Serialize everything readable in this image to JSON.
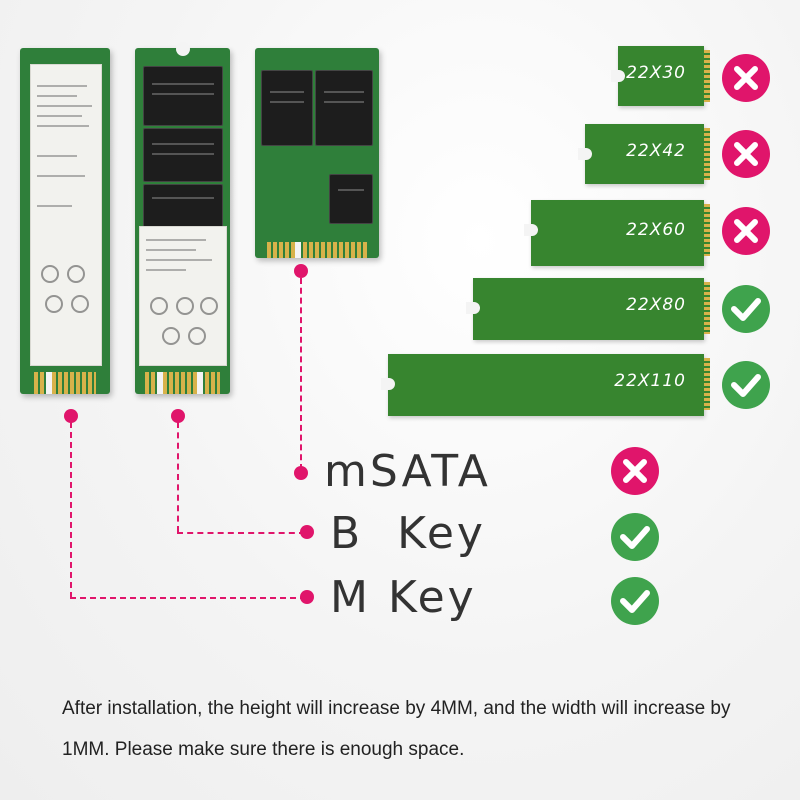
{
  "lengths": [
    {
      "label": "22X30",
      "supported": false
    },
    {
      "label": "22X42",
      "supported": false
    },
    {
      "label": "22X60",
      "supported": false
    },
    {
      "label": "22X80",
      "supported": true
    },
    {
      "label": "22X110",
      "supported": true
    }
  ],
  "keys": [
    {
      "label": "mSATA",
      "supported": false
    },
    {
      "label": "B  Key",
      "supported": true
    },
    {
      "label": "M Key",
      "supported": true
    }
  ],
  "footer": {
    "note": "After installation, the height will increase by 4MM, and the width will increase by 1MM. Please make sure there is enough space."
  },
  "colors": {
    "accent_pink": "#e0156b",
    "ok_green": "#3fa34d",
    "no_red": "#e0156b",
    "board_green": "#2f7f3a"
  },
  "icons": {
    "supported": "check-icon",
    "unsupported": "cross-icon"
  }
}
